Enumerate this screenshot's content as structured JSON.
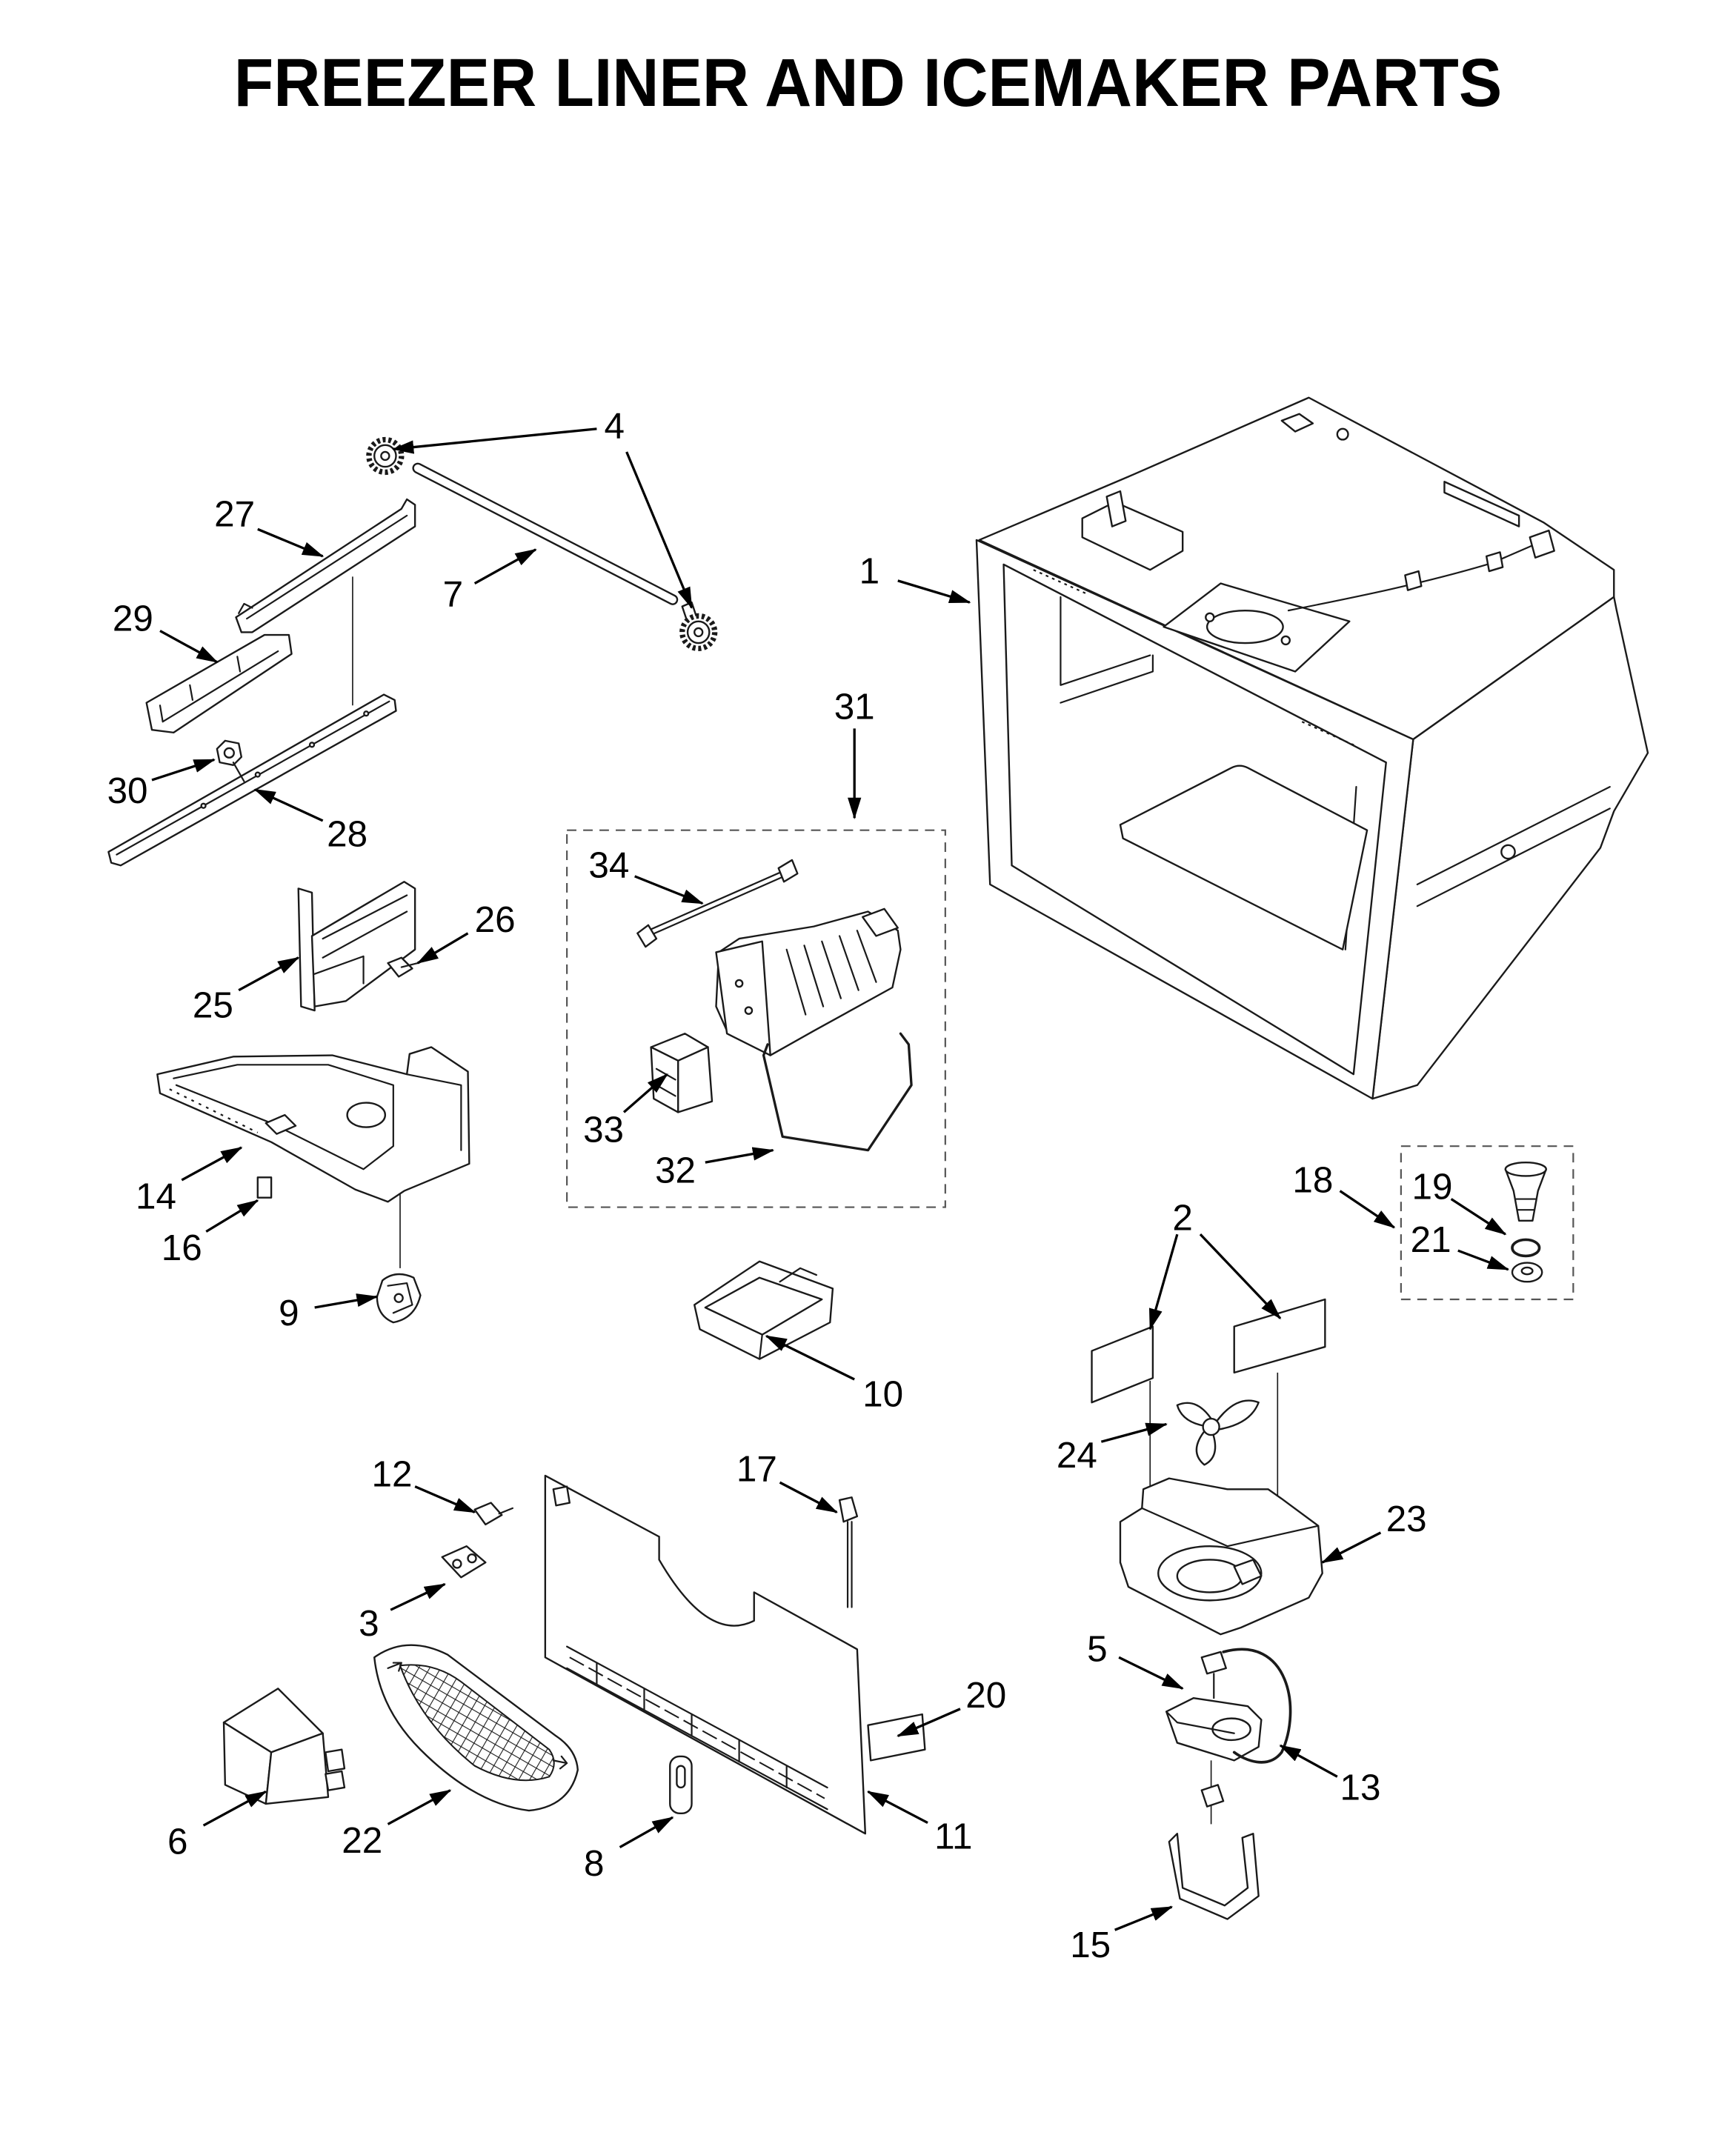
{
  "title": "FREEZER LINER AND ICEMAKER PARTS",
  "callouts": [
    "1",
    "2",
    "3",
    "4",
    "5",
    "6",
    "7",
    "8",
    "9",
    "10",
    "11",
    "12",
    "13",
    "14",
    "15",
    "16",
    "17",
    "18",
    "19",
    "20",
    "21",
    "22",
    "23",
    "24",
    "25",
    "26",
    "27",
    "28",
    "29",
    "30",
    "31",
    "32",
    "33",
    "34"
  ],
  "colors": {
    "ink": "#000000",
    "background": "#ffffff"
  }
}
